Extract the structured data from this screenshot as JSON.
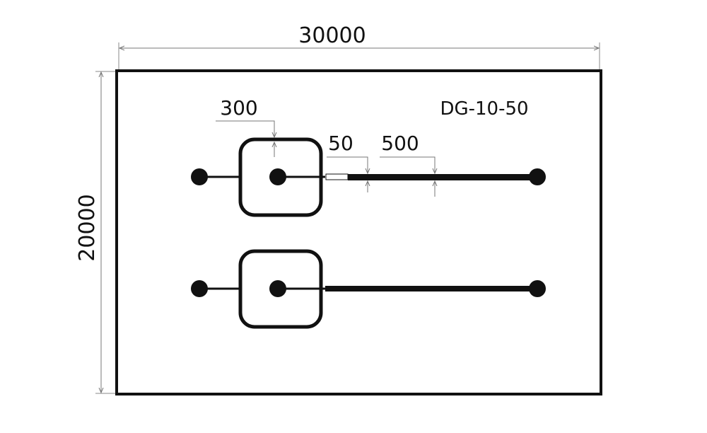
{
  "dimensions": {
    "width_label": "30000",
    "height_label": "20000",
    "outer_gap_label": "300",
    "gap_label": "50",
    "line_width_label": "500"
  },
  "label": "DG-10-50",
  "colors": {
    "stroke": "#111111",
    "dimension": "#777777",
    "background": "#ffffff"
  }
}
